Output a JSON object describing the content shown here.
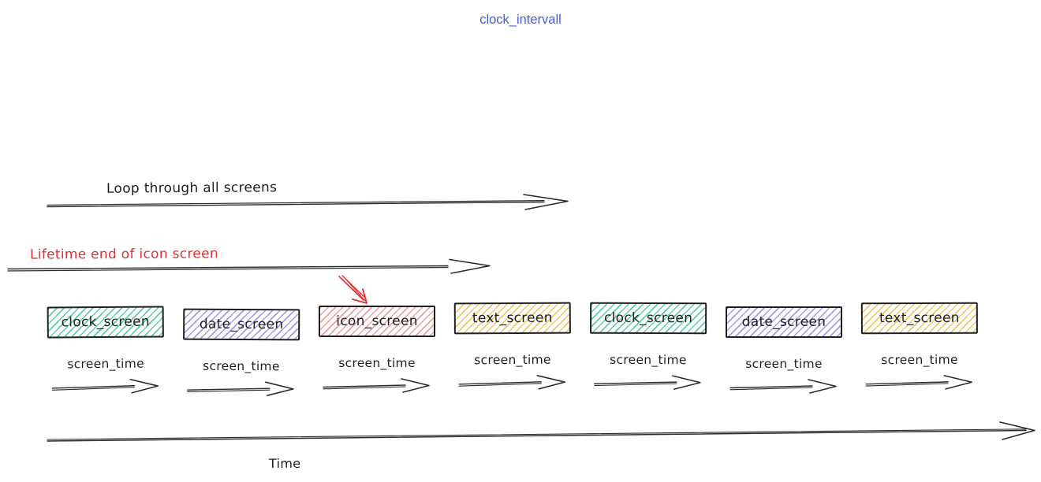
{
  "title": {
    "text": "clock_intervall",
    "color": "#4a5cd5"
  },
  "loop_arrow": {
    "label": "Loop through all screens"
  },
  "lifetime_arrow": {
    "label": "Lifetime end of icon screen",
    "color": "#e03131"
  },
  "screens": [
    {
      "label": "clock_screen",
      "hatch_color": "#5fcf9f",
      "time_label": "screen_time",
      "annotated": false
    },
    {
      "label": "date_screen",
      "hatch_color": "#ab97ec",
      "time_label": "screen_time",
      "annotated": false
    },
    {
      "label": "icon_screen",
      "hatch_color": "#ef9f9f",
      "time_label": "screen_time",
      "annotated": true
    },
    {
      "label": "text_screen",
      "hatch_color": "#f2c669",
      "time_label": "screen_time",
      "annotated": false
    },
    {
      "label": "clock_screen",
      "hatch_color": "#5fcf9f",
      "time_label": "screen_time",
      "annotated": false
    },
    {
      "label": "date_screen",
      "hatch_color": "#ab97ec",
      "time_label": "screen_time",
      "annotated": false
    },
    {
      "label": "text_screen",
      "hatch_color": "#f2c669",
      "time_label": "screen_time",
      "annotated": false
    }
  ],
  "time_axis": {
    "label": "Time"
  },
  "colors": {
    "stroke": "#2a2a2a",
    "annotation_red": "#e03131"
  }
}
